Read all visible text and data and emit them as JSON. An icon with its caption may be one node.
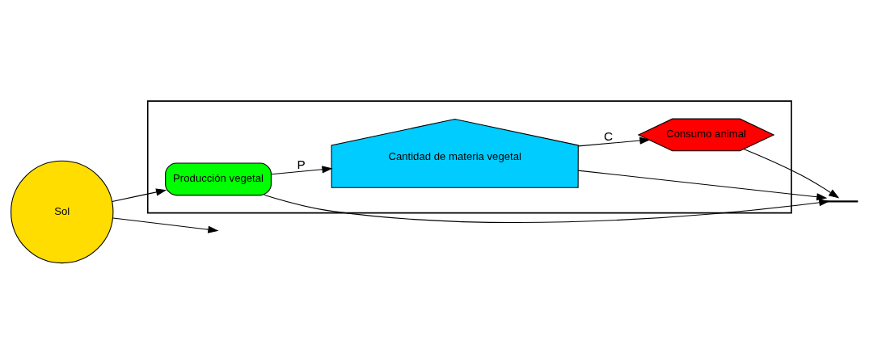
{
  "diagram": {
    "nodes": [
      {
        "text": [],
        "shape": "box"
      },
      {
        "text": [
          "Sol"
        ]
      },
      {
        "text": [
          "Producción vegetal"
        ],
        "in": 0
      },
      {
        "text": [
          "Cantidad de materia vegetal"
        ],
        "in": 0
      },
      {
        "text": [
          "Consumo animal"
        ],
        "in": 0
      },
      {
        "text": [],
        "shape": "ground"
      }
    ],
    "edges": [
      {
        "from": 1,
        "to": 2,
        "arrow": "to"
      },
      {
        "from": 1,
        "to": null,
        "arrow": "to"
      },
      {
        "from": 2,
        "to": 3,
        "label": "P",
        "arrow": "to"
      },
      {
        "from": 3,
        "to": 4,
        "label": "C",
        "arrow": "to"
      },
      {
        "from": 2,
        "to": 5,
        "arrow": "to"
      },
      {
        "from": 3,
        "to": 5,
        "arrow": "to"
      },
      {
        "from": 4,
        "to": 5,
        "arrow": "to"
      }
    ]
  }
}
